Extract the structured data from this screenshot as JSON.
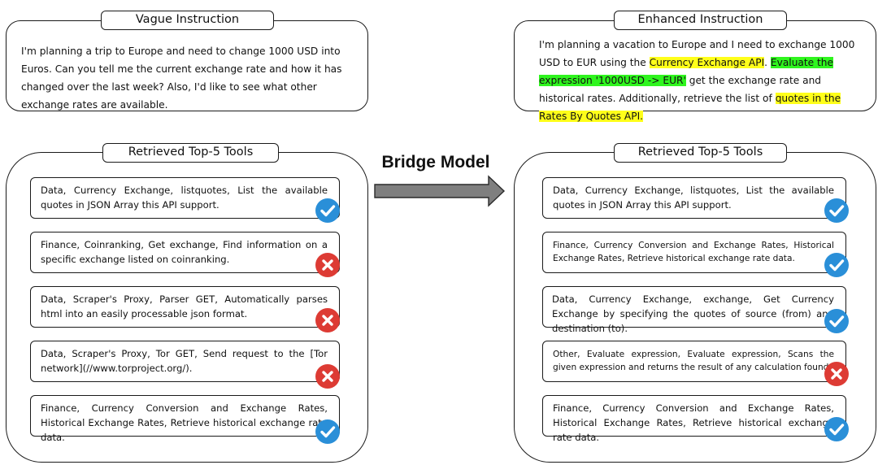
{
  "left": {
    "instruction_title": "Vague Instruction",
    "instruction_text": "I'm planning a trip to Europe and need to change 1000 USD into Euros. Can you tell me the current exchange rate and how it has changed over the last week? Also, I'd like to see what other exchange rates are available.",
    "tools_title": "Retrieved Top-5 Tools",
    "tools": [
      {
        "text": "Data, Currency Exchange, listquotes, List the available quotes in JSON Array this API support.",
        "status": "correct"
      },
      {
        "text": "Finance, Coinranking, Get exchange, Find information on a specific exchange listed on coinranking.",
        "status": "incorrect"
      },
      {
        "text": "Data, Scraper's Proxy, Parser GET, Automatically parses html into an easily processable json format.",
        "status": "incorrect"
      },
      {
        "text": "Data, Scraper's Proxy, Tor GET, Send request to the [Tor network](//www.torproject.org/).",
        "status": "incorrect"
      },
      {
        "text": "Finance, Currency Conversion and Exchange Rates, Historical Exchange Rates, Retrieve historical exchange rate data.",
        "status": "correct"
      }
    ]
  },
  "bridge": {
    "label": "Bridge Model",
    "arrow_color": "#7f7f7f"
  },
  "right": {
    "instruction_title": "Enhanced Instruction",
    "instruction_segments": [
      {
        "text": "I'm planning a vacation to Europe and I need to exchange 1000 USD to EUR using the ",
        "highlight": "none"
      },
      {
        "text": "Currency Exchange API",
        "highlight": "yellow"
      },
      {
        "text": ". ",
        "highlight": "none"
      },
      {
        "text": "Evaluate the expression '1000USD -> EUR'",
        "highlight": "green"
      },
      {
        "text": " get the exchange rate and historical rates. Additionally, retrieve the list of ",
        "highlight": "none"
      },
      {
        "text": "quotes in the Rates By Quotes API.",
        "highlight": "yellow"
      }
    ],
    "tools_title": "Retrieved Top-5 Tools",
    "tools": [
      {
        "text": "Data, Currency Exchange, listquotes, List the available quotes in JSON Array this API support.",
        "status": "correct"
      },
      {
        "text": "Finance, Currency Conversion and Exchange Rates, Historical Exchange Rates, Retrieve historical exchange rate data.",
        "status": "correct"
      },
      {
        "text": "Data, Currency Exchange, exchange, Get Currency Exchange by specifying the quotes of source (from) and destination (to).",
        "status": "correct"
      },
      {
        "text": "Other, Evaluate expression, Evaluate expression, Scans the given expression and returns the result of any calculation found",
        "status": "incorrect"
      },
      {
        "text": "Finance, Currency Conversion and Exchange Rates, Historical Exchange Rates, Retrieve historical exchange rate data.",
        "status": "correct"
      }
    ]
  },
  "colors": {
    "highlight_yellow": "#ffff1a",
    "highlight_green": "#2ff51e",
    "check_blue": "#2a8fd8",
    "cross_red": "#dd3b34"
  },
  "icons": {
    "correct": "check-circle-icon",
    "incorrect": "cross-circle-icon"
  }
}
